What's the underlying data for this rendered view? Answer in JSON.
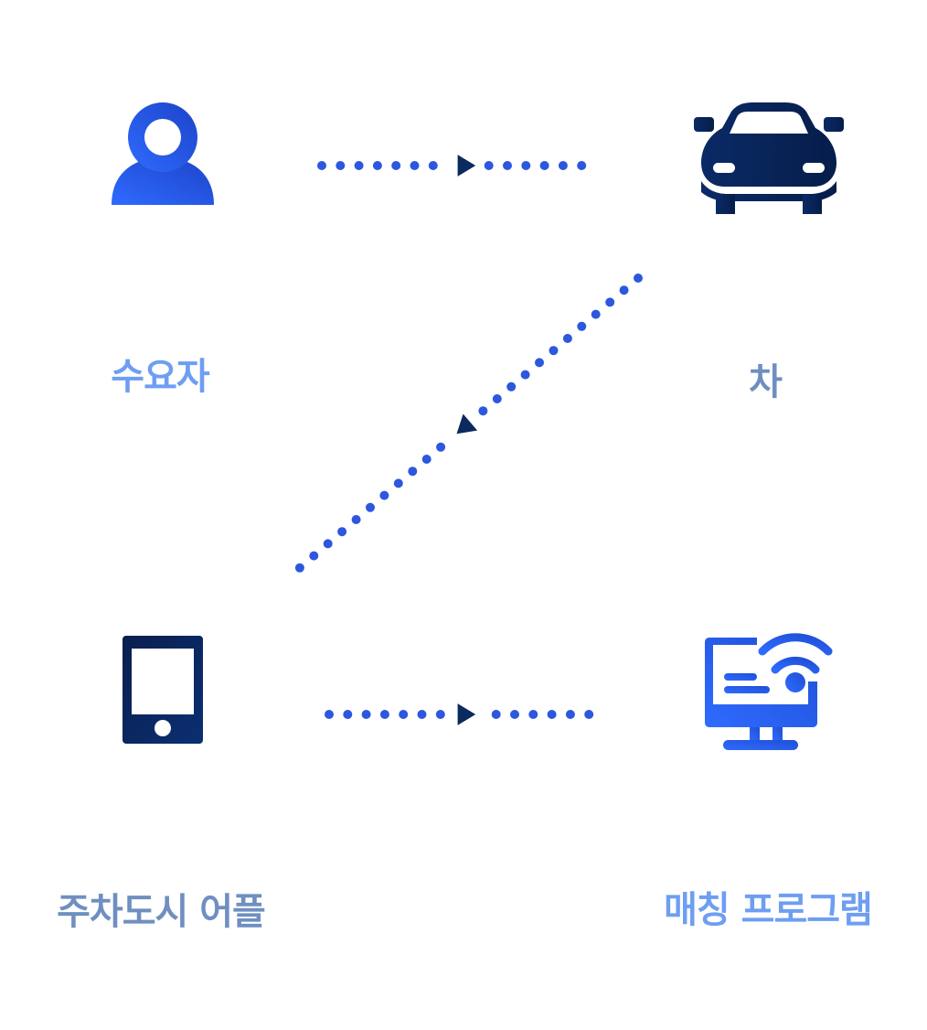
{
  "nodes": {
    "user": {
      "label": "수요자",
      "icon": "person-icon"
    },
    "car": {
      "label": "차",
      "icon": "car-icon"
    },
    "app": {
      "label": "주차도시 어플",
      "icon": "smartphone-icon"
    },
    "matching": {
      "label": "매칭 프로그램",
      "icon": "monitor-wifi-icon"
    }
  },
  "edges": [
    {
      "from": "user",
      "to": "car",
      "style": "dotted-arrow"
    },
    {
      "from": "car",
      "to": "app",
      "style": "dotted-arrow"
    },
    {
      "from": "app",
      "to": "matching",
      "style": "dotted-arrow"
    }
  ],
  "colors": {
    "dot": "#2c57de",
    "arrowhead": "#0b2a5e",
    "icon_blue_light": "#2f6bff",
    "icon_blue_mid": "#1f4fd6",
    "icon_navy": "#082456",
    "label_blue": "#6e9ef2",
    "label_slate": "#6f8fc0"
  }
}
